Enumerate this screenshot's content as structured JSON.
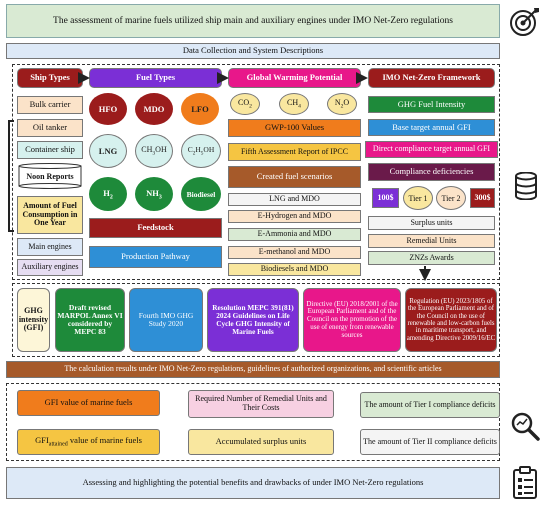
{
  "title": "The assessment of marine fuels utilized ship main and auxiliary engines under IMO Net-Zero regulations",
  "data_collection": "Data Collection and System Descriptions",
  "ship_types": {
    "header": "Ship Types",
    "items": [
      "Bulk carrier",
      "Oil tanker",
      "Container ship"
    ],
    "noon_reports": "Noon Reports",
    "fuel_consumption": "Amount of Fuel Consumption in One Year",
    "engines": [
      "Main engines",
      "Auxiliary engines"
    ]
  },
  "fuel_types": {
    "header": "Fuel Types",
    "fuels": [
      "HFO",
      "MDO",
      "LFO",
      "LNG",
      "CH3OH",
      "C2H5OH",
      "H2",
      "NH3",
      "Biodiesel"
    ],
    "feedstock": "Feedstock",
    "production_pathway": "Production Pathway"
  },
  "gwp": {
    "header": "Global Warming Potential",
    "gases": [
      "CO2",
      "CH4",
      "N2O"
    ],
    "gwp_values": "GWP-100 Values",
    "ipcc": "Fifth Assessment Report of IPCC",
    "scenarios": "Created fuel scenarios",
    "scenario_list": [
      "LNG and MDO",
      "E-Hydrogen and MDO",
      "E-Ammonia and MDO",
      "E-methanol and MDO",
      "Biodiesels and MDO"
    ]
  },
  "imo_framework": {
    "header": "IMO Net-Zero Framework",
    "items": [
      "GHG Fuel Intensity",
      "Base target annual GFI",
      "Direct compliance target annual GFI",
      "Compliance deficiencies"
    ],
    "prices": [
      "100$",
      "Tier 1",
      "Tier 2",
      "300$"
    ],
    "bottom_items": [
      "Surplus units",
      "Remedial Units",
      "ZNZs Awards"
    ]
  },
  "regulations": {
    "ghg": "GHG intensity (GFI)",
    "items": [
      "Draft revised MARPOL Annex VI considered by MEPC 83",
      "Fourth IMO GHG Study 2020",
      "Resolution MEPC 391(81) 2024 Guidelines on Life Cycle GHG Intensity of Marine Fuels",
      "Directive (EU) 2018/2001 of the European Parliament and of the Council on the promotion of the use of energy from renewable sources",
      "Regulation (EU) 2023/1805 of the European Parliament and of the Council on the use of renewable and low-carbon fuels in maritime transport, and amending Directive 2009/16/EC"
    ]
  },
  "calc_results": "The calculation results under IMO Net-Zero regulations, guidelines of authorized organizations, and scientific articles",
  "results": {
    "gfi": "GFI value of marine fuels",
    "gfi_attained_base": "GFI",
    "gfi_attained_sub": "attained",
    "gfi_attained_rest": " value of marine fuels",
    "remedial": "Required Number of Remedial Units and Their Costs",
    "surplus": "Accumulated surplus units",
    "tier1": "The amount of Tier I compliance deficits",
    "tier2": "The amount of Tier II compliance deficits"
  },
  "final": "Assessing and highlighting the potential benefits and drawbacks of under IMO Net-Zero regulations"
}
